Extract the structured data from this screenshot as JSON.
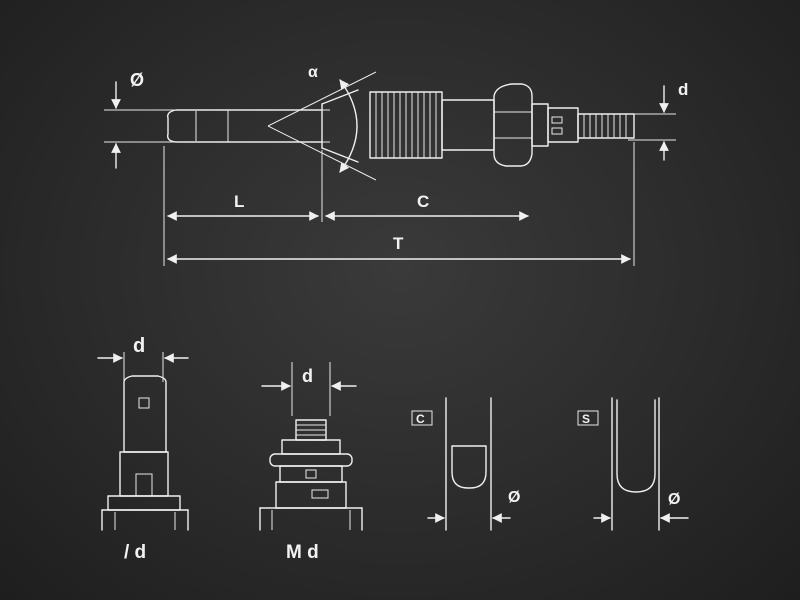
{
  "main_diagram": {
    "labels": {
      "diameter": "Ø",
      "alpha": "α",
      "d": "d",
      "L": "L",
      "C": "C",
      "T": "T"
    }
  },
  "terminals": {
    "flat": {
      "d_label": "d",
      "caption": "/ d"
    },
    "threaded": {
      "d_label": "d",
      "caption": "M d"
    }
  },
  "tips": {
    "c_type": {
      "badge": "C",
      "diameter": "Ø"
    },
    "s_type": {
      "badge": "S",
      "diameter": "Ø"
    }
  },
  "colors": {
    "background": "#2b2b2b",
    "line": "#f0f0f0"
  }
}
